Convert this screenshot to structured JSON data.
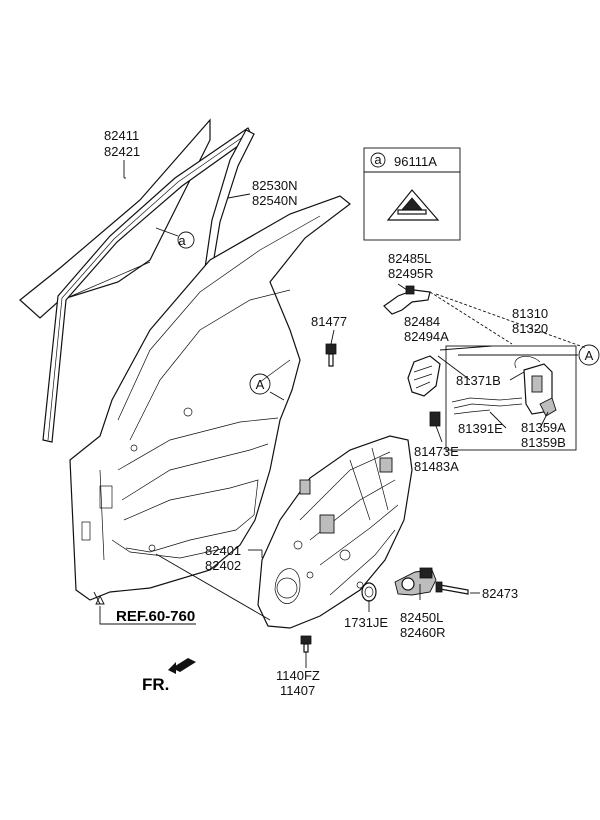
{
  "parts": {
    "glass": [
      "82411",
      "82421"
    ],
    "channel": [
      "82530N",
      "82540N"
    ],
    "glass_ref": "a",
    "legend_ref": "a",
    "legend_code": "96111A",
    "bolt_81477": "81477",
    "ref_a1": "A",
    "ref_a2": "A",
    "handle_bracket": [
      "82485L",
      "82495R"
    ],
    "inner_handle": [
      "82484",
      "82494A"
    ],
    "latch": [
      "81310",
      "81320"
    ],
    "latch_b": "81371B",
    "rod": "81391E",
    "cover": [
      "81359A",
      "81359B"
    ],
    "clip": [
      "81473E",
      "81483A"
    ],
    "regulator": [
      "82401",
      "82402"
    ],
    "bolt_82473": "82473",
    "grommet": "1731JE",
    "motor": [
      "82450L",
      "82460R"
    ],
    "screw": [
      "1140FZ",
      "11407"
    ],
    "ref_body": "REF.60-760",
    "fr": "FR."
  }
}
